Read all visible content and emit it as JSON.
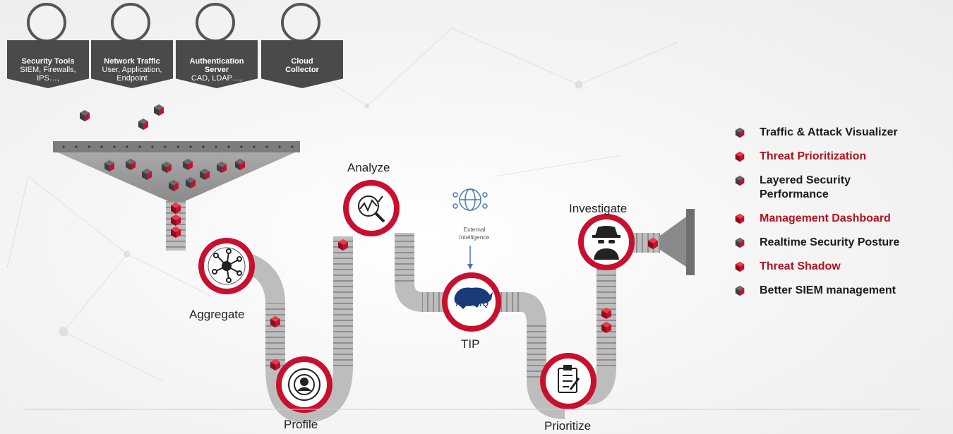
{
  "sources": [
    {
      "title": "Security Tools",
      "lines": [
        "SIEM, Firewalls,",
        "IPS…,"
      ],
      "icon": "shield-icon"
    },
    {
      "title": "Network Traffic",
      "lines": [
        "User, Application,",
        "Endpoint"
      ],
      "icon": "laptop-icon"
    },
    {
      "title": "Authentication",
      "lines": [
        "Server",
        "CAD, LDAP…,"
      ],
      "icon": "database-lock-icon"
    },
    {
      "title": "Cloud",
      "lines": [
        "Collector",
        ""
      ],
      "icon": "cloud-icon"
    }
  ],
  "stages": {
    "aggregate": "Aggregate",
    "profile": "Profile",
    "analyze": "Analyze",
    "tip": "TIP",
    "prioritize": "Prioritize",
    "investigate": "Investigate"
  },
  "external_intelligence": [
    "External",
    "Intelligence"
  ],
  "tip_brand": "THREATQ",
  "legend": [
    {
      "label": "Traffic  & Attack Visualizer",
      "color": "#1a1a1a",
      "icon": "dark-cube-icon"
    },
    {
      "label": "Threat Prioritization",
      "color": "#b3121e",
      "icon": "red-cube-icon"
    },
    {
      "label": "Layered Security Performance",
      "color": "#1a1a1a",
      "icon": "dark-cube-icon"
    },
    {
      "label": "Management Dashboard",
      "color": "#b3121e",
      "icon": "red-cube-icon"
    },
    {
      "label": "Realtime Security Posture",
      "color": "#1a1a1a",
      "icon": "dark-cube-icon"
    },
    {
      "label": "Threat Shadow",
      "color": "#b3121e",
      "icon": "red-cube-icon"
    },
    {
      "label": "Better SIEM management",
      "color": "#1a1a1a",
      "icon": "dark-cube-icon"
    }
  ],
  "colors": {
    "accent_red": "#b3121e",
    "dark": "#4a4a4a",
    "pipe": "#b9b9b9"
  }
}
